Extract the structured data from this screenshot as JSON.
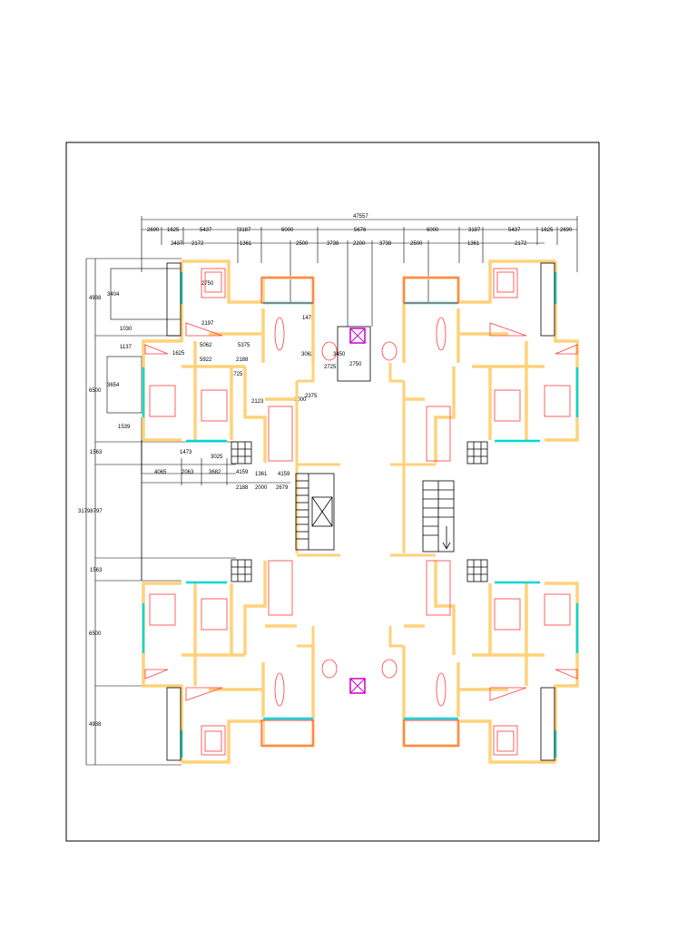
{
  "colors": {
    "wall": "#ffd27a",
    "furniture": "#ff3b3b",
    "window": "#00d8d8",
    "lift": "#cc00cc",
    "line": "#000000",
    "background": "#ffffff"
  },
  "dimensions": {
    "overall_width": "47557",
    "overall_height": "31798797",
    "top_row_1": [
      "2690",
      "1625",
      "5437",
      "3187",
      "6000",
      "5676",
      "6000",
      "3187",
      "5437",
      "1625",
      "2690"
    ],
    "top_row_2": [
      "2437",
      "2172",
      "1361",
      "2500",
      "3738",
      "2200",
      "3738",
      "2500",
      "1361",
      "2172"
    ],
    "left_chain": [
      "4938",
      "6500",
      "1563",
      "1563",
      "6500",
      "4938"
    ],
    "inner_block": [
      "3404",
      "1030",
      "1137",
      "3654",
      "1539"
    ],
    "misc": [
      "2750",
      "2197",
      "1625",
      "5062",
      "5375",
      "5922",
      "2188",
      "1725",
      "2123",
      "1474",
      "3062",
      "3450",
      "2725",
      "2750",
      "2000",
      "2375",
      "1473",
      "3025"
    ],
    "bottom_chain_1": [
      "4065",
      "2063",
      "3682",
      "4159",
      "1361",
      "4159"
    ],
    "bottom_chain_2": [
      "2188",
      "2000",
      "2679"
    ]
  }
}
